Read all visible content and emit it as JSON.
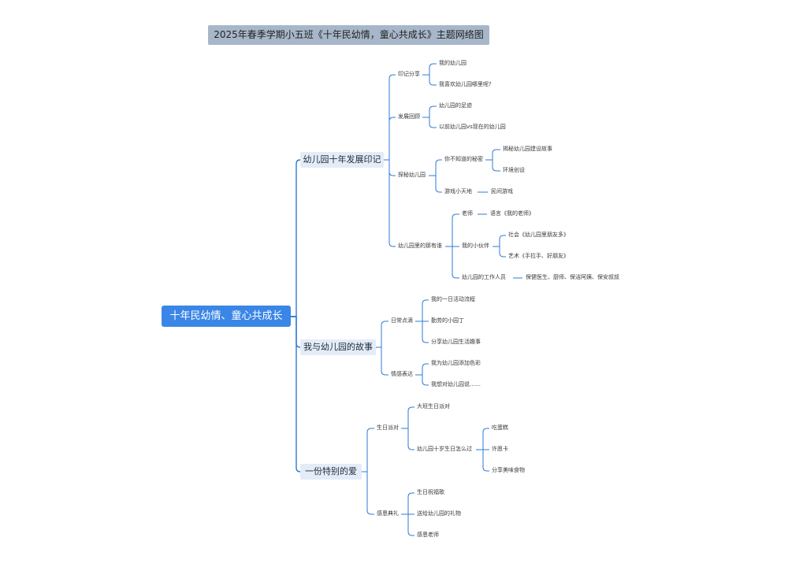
{
  "title": "2025年春季学期小五班《十年民幼情，童心共成长》主题网络图",
  "root": "十年民幼情、童心共成长",
  "branches": [
    {
      "label": "幼儿园十年发展印记",
      "children": [
        {
          "label": "印记分享",
          "children": [
            "我的幼儿园",
            "我喜欢幼儿园哪里呢?"
          ]
        },
        {
          "label": "发展回顾",
          "children": [
            "幼儿园的足迹",
            "以前幼儿园vs现在的幼儿园"
          ]
        },
        {
          "label": "探秘幼儿园",
          "children": [
            {
              "label": "你不知道的秘密",
              "children": [
                "揭秘幼儿园建设故事",
                "环境创设"
              ]
            },
            {
              "label": "游戏小天地",
              "children": [
                "民间游戏"
              ]
            }
          ]
        },
        {
          "label": "幼儿园里的那有谁",
          "children": [
            {
              "label": "老师",
              "children": [
                "语言《我的老师》"
              ]
            },
            {
              "label": "我的小伙伴",
              "children": [
                "社会《幼儿园里朋友多》",
                "艺术《手拉手、好朋友》"
              ]
            },
            {
              "label": "幼儿园的工作人员",
              "children": [
                "保健医生、厨师、保洁阿姨、保安叔叔"
              ]
            }
          ]
        }
      ]
    },
    {
      "label": "我与幼儿园的故事",
      "children": [
        {
          "label": "日常点滴",
          "children": [
            "我的一日活动流程",
            "勤劳的小园丁",
            "分享幼儿园生活趣事"
          ]
        },
        {
          "label": "情感表达",
          "children": [
            "我为幼儿园添加色彩",
            "我想对幼儿园说……"
          ]
        }
      ]
    },
    {
      "label": "一份特别的爱",
      "children": [
        {
          "label": "生日派对",
          "children": [
            "大班生日派对",
            {
              "label": "幼儿园十岁生日怎么过",
              "children": [
                "吃蛋糕",
                "许愿卡",
                "分享美味食物"
              ]
            }
          ]
        },
        {
          "label": "感恩典礼",
          "children": [
            "生日祝福歌",
            "送给幼儿园的礼物",
            "感恩老师"
          ]
        }
      ]
    }
  ],
  "colors": {
    "line": "#2e7bd6",
    "root": "#3a86e6",
    "main": "#e4ecf8",
    "title": "#a7b7c9"
  }
}
